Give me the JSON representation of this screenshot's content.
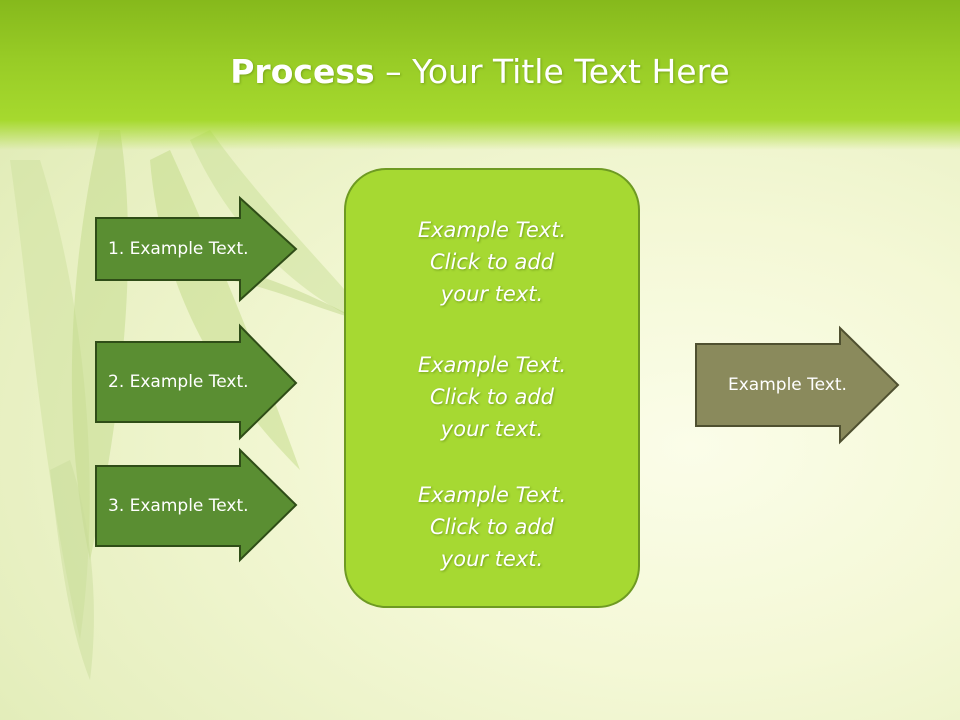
{
  "title": {
    "bold": "Process",
    "rest": " – Your Title Text Here"
  },
  "left_arrows": [
    {
      "label": "1. Example Text."
    },
    {
      "label": "2. Example Text."
    },
    {
      "label": "3. Example Text."
    }
  ],
  "center_box": {
    "blocks": [
      {
        "lines": [
          "Example Text.",
          "Click  to add",
          "your text."
        ]
      },
      {
        "lines": [
          "Example Text.",
          "Click  to add",
          "your text."
        ]
      },
      {
        "lines": [
          "Example Text.",
          "Click  to add",
          "your text."
        ]
      }
    ]
  },
  "right_arrow": {
    "label": "Example Text."
  },
  "colors": {
    "header": "#98cc26",
    "left_arrow_fill": "#5a8e32",
    "left_arrow_stroke": "#2f4d17",
    "center_box_fill": "#a6d932",
    "right_arrow_fill": "#8a8a5c",
    "right_arrow_stroke": "#4f5030"
  }
}
